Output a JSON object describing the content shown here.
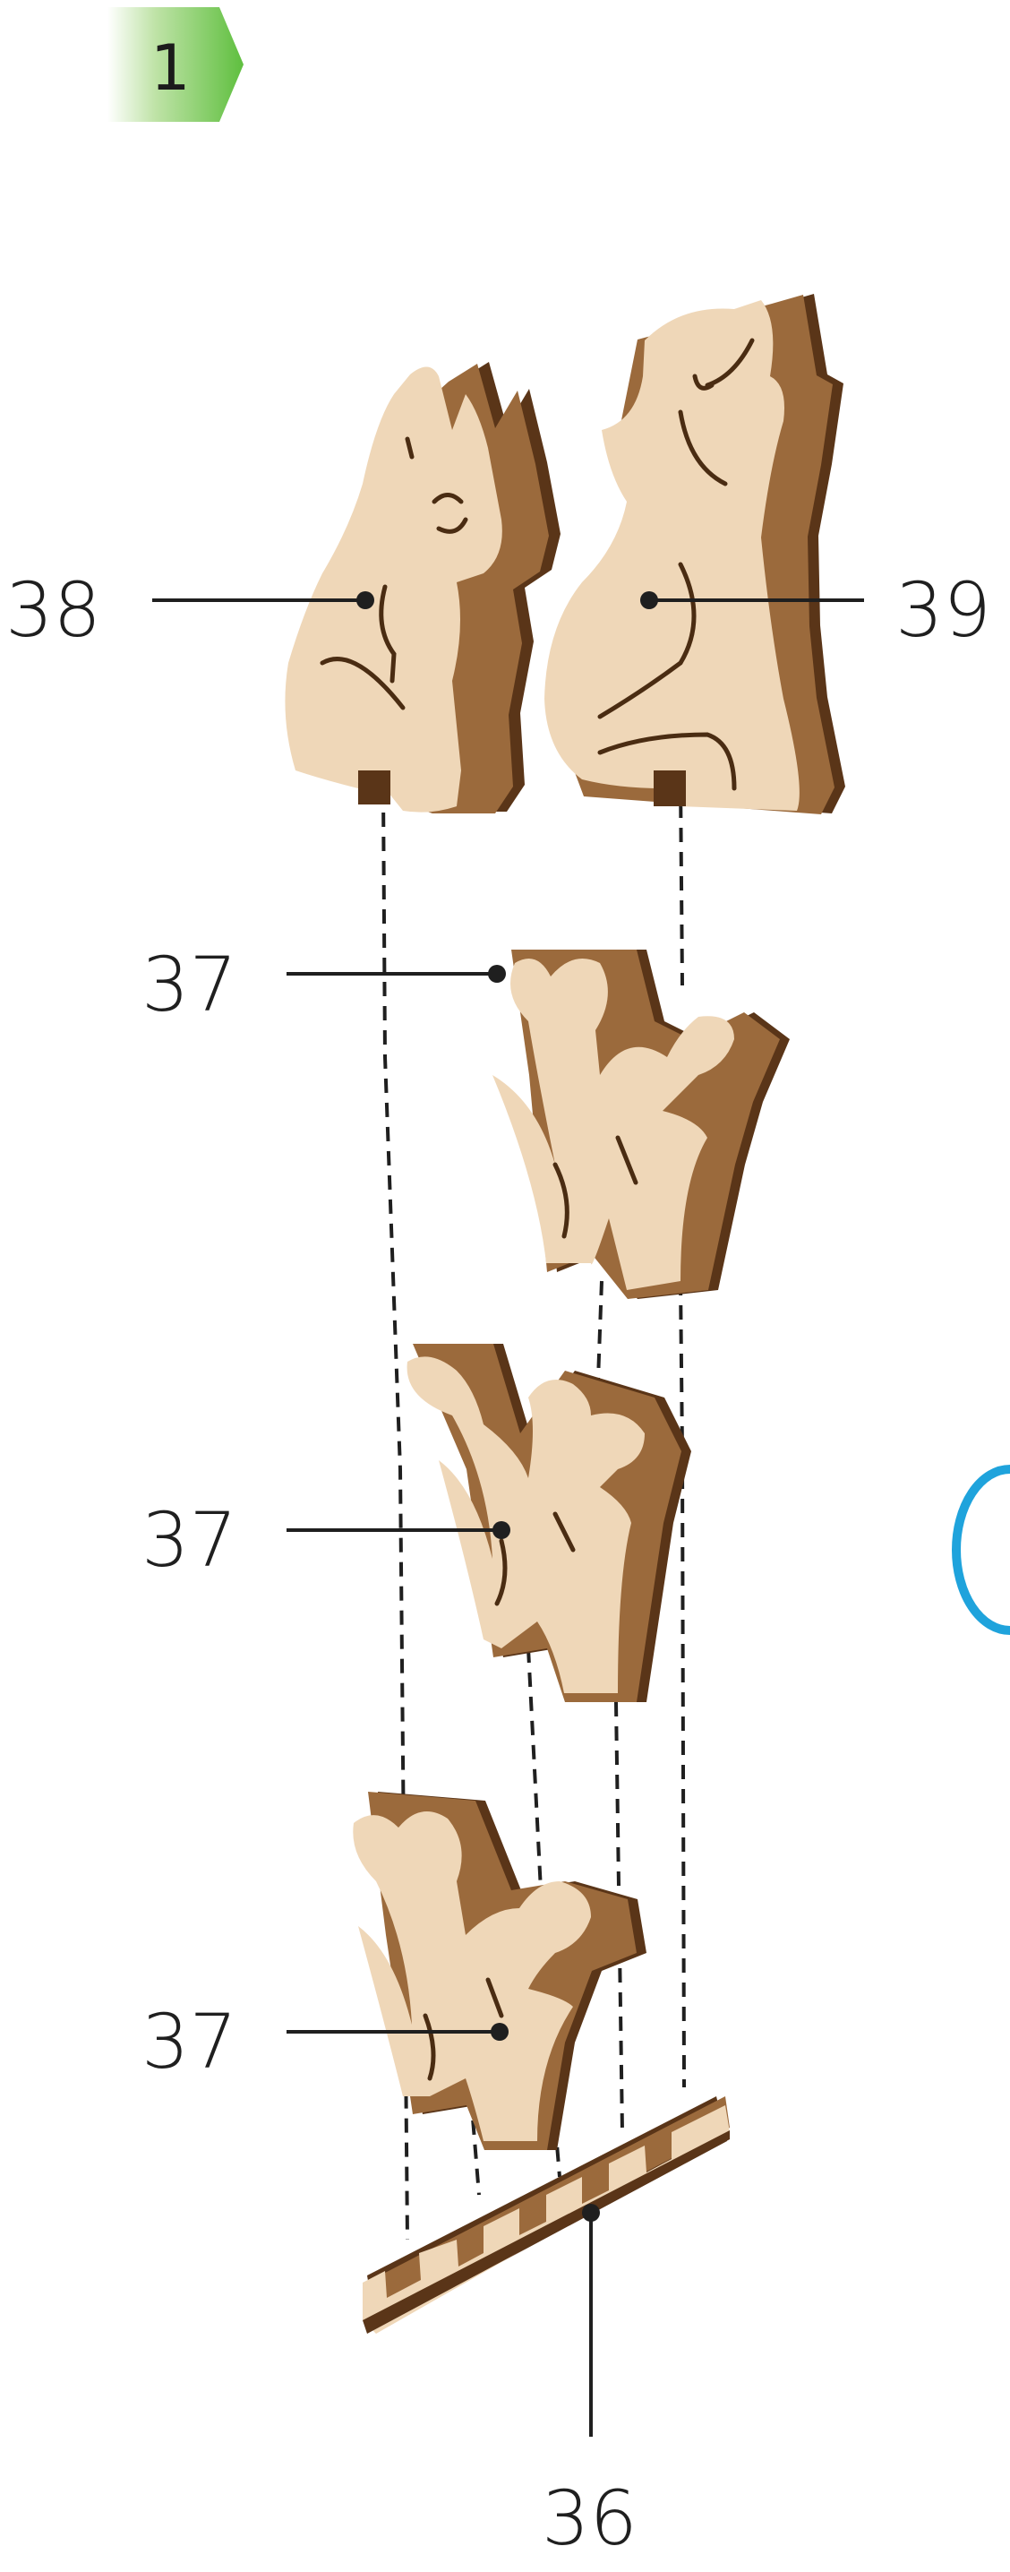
{
  "step": {
    "number": "1",
    "badge_color": "#6cc24a"
  },
  "parts": {
    "p38": "38",
    "p39": "39",
    "p37_top": "37",
    "p37_mid": "37",
    "p37_bottom": "37",
    "p36": "36"
  },
  "colors": {
    "wood_light": "#efd7b8",
    "wood_mid": "#9b6a3c",
    "wood_dark": "#5a3518",
    "accent_arc": "#1fa3dc"
  }
}
